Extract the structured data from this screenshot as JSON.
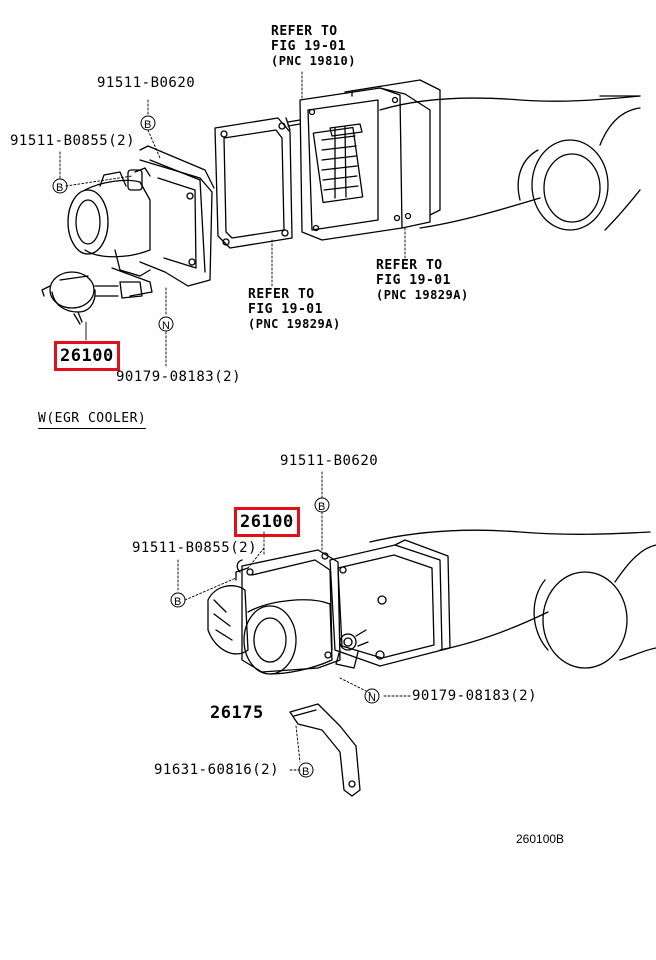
{
  "highlight_color": "#e0101a",
  "top": {
    "refer_upper": {
      "line1": "REFER TO",
      "line2": "FIG 19-01",
      "line3": "(PNC 19810)"
    },
    "refer_right": {
      "line1": "REFER TO",
      "line2": "FIG 19-01",
      "line3": "(PNC 19829A)"
    },
    "refer_lower": {
      "line1": "REFER TO",
      "line2": "FIG 19-01",
      "line3": "(PNC 19829A)"
    },
    "part_91511_b0620": "91511-B0620",
    "part_91511_b0855": "91511-B0855(2)",
    "part_26100": "26100",
    "part_90179_08183": "90179-08183(2)",
    "callout_b": "B",
    "callout_n": "N"
  },
  "section_label": "W(EGR COOLER)",
  "bottom": {
    "part_91511_b0620": "91511-B0620",
    "part_26100": "26100",
    "part_91511_b0855": "91511-B0855(2)",
    "part_90179_08183": "90179-08183(2)",
    "part_26175": "26175",
    "part_91631_60816": "91631-60816(2)",
    "callout_b": "B",
    "callout_n": "N"
  },
  "figure_code": "260100B"
}
